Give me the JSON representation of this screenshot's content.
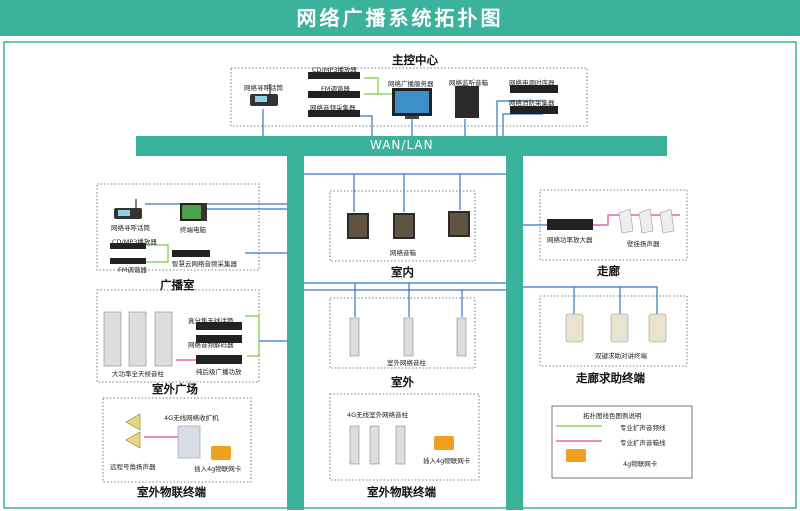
{
  "title": "网络广播系统拓扑图",
  "backbone_label": "WAN/LAN",
  "sections": {
    "control_center": {
      "title": "主控中心",
      "devices": {
        "paging_mic": "网络寻呼话筒",
        "cd_player": "CD/MP3播放器",
        "fm_tuner": "FM调谐器",
        "audio_collector": "网络音频采集器",
        "server": "网络广播服务器",
        "monitor_speaker": "网络监听音箱",
        "power_sequencer": "网络电源时序器",
        "fire_collector": "网络消防采集器"
      }
    },
    "broadcast_room": {
      "title": "广播室",
      "devices": {
        "paging_mic": "网络寻呼话筒",
        "terminal_pc": "终端电脑",
        "cd_player": "CD/MP3播放器",
        "fm_tuner": "FM调谐器",
        "smart_collector": "智慧云网络音频采集器"
      }
    },
    "indoor": {
      "title": "室内",
      "devices": {
        "speaker": "网络音箱"
      }
    },
    "corridor": {
      "title": "走廊",
      "devices": {
        "amplifier": "网络功率放大器",
        "wall_speaker": "壁挂扬声器"
      }
    },
    "outdoor_square": {
      "title": "室外广场",
      "devices": {
        "column": "大功率全天候音柱",
        "wireless_mic": "真分集无线话筒",
        "decoder": "网络音频解码器",
        "amp": "纯后级广播功放"
      }
    },
    "outdoor": {
      "title": "室外",
      "devices": {
        "column": "室外网络音柱"
      }
    },
    "corridor_help": {
      "title": "走廊求助终端",
      "devices": {
        "intercom": "双键求助对讲终端"
      }
    },
    "outdoor_iot_left": {
      "title": "室外物联终端",
      "devices": {
        "amp4g": "4G无线网络收扩机",
        "horn": "远程号角扬声器",
        "sim": "插入4g物联网卡"
      }
    },
    "outdoor_iot_mid": {
      "title": "室外物联终端",
      "devices": {
        "column4g": "4G无线室外网络音柱",
        "sim": "插入4g物联网卡"
      }
    }
  },
  "legend": {
    "title": "拓扑图线色图例说明",
    "items": [
      {
        "label": "专业扩声音频线",
        "color": "#7ac943"
      },
      {
        "label": "专业扩声音箱线",
        "color": "#e0469b"
      },
      {
        "label": "4g物联网卡",
        "color": "#f0a020"
      }
    ]
  },
  "colors": {
    "teal": "#3bb39c",
    "blue_line": "#2f78c4",
    "green_line": "#7ac943",
    "pink_line": "#e0469b"
  }
}
